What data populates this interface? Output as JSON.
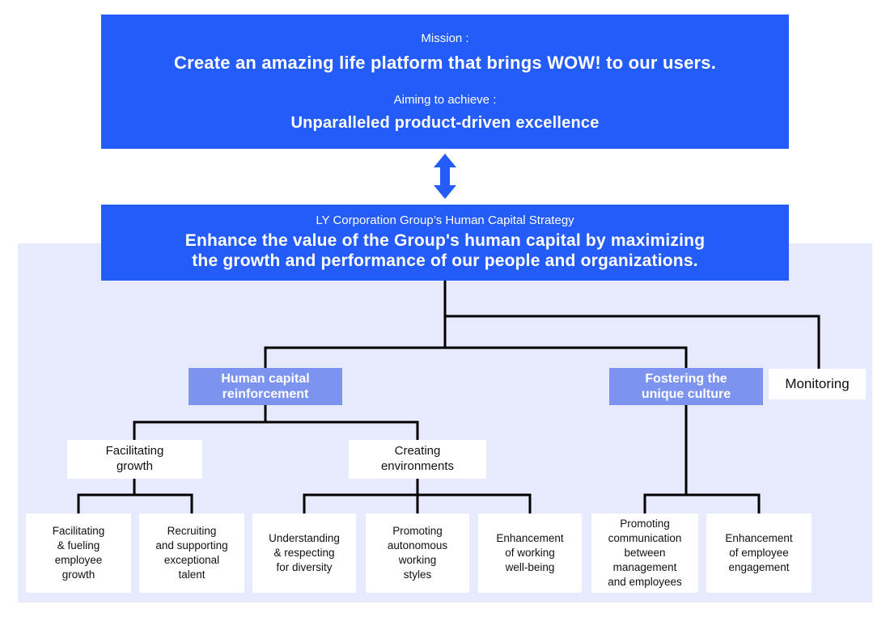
{
  "colors": {
    "primary_blue": "#235CF8",
    "periwinkle": "#7C94F0",
    "lavender_background": "#E6EAFC",
    "connector_line": "#000000"
  },
  "mission_box": {
    "mission_label": "Mission :",
    "mission_statement": "Create an amazing life platform that brings WOW! to our users.",
    "aiming_label": "Aiming to achieve :",
    "aiming_statement": "Unparalleled product-driven excellence"
  },
  "arrow": {
    "icon": "up-down-arrow-icon"
  },
  "strategy_box": {
    "title": "LY Corporation Group’s Human Capital Strategy",
    "statement": "Enhance the value of the Group's human capital by maximizing\nthe growth and performance of our people and organizations."
  },
  "tree": {
    "pillars": [
      {
        "id": "human-capital-reinforcement",
        "label": "Human capital\nreinforcement"
      },
      {
        "id": "fostering-unique-culture",
        "label": "Fostering the\nunique culture"
      },
      {
        "id": "monitoring",
        "label": "Monitoring"
      }
    ],
    "sub_pillars": [
      {
        "id": "facilitating-growth",
        "label": "Facilitating\ngrowth"
      },
      {
        "id": "creating-environments",
        "label": "Creating\nenvironments"
      }
    ],
    "initiatives": [
      "Facilitating\n& fueling\nemployee\ngrowth",
      "Recruiting\nand supporting\nexceptional\ntalent",
      "Understanding\n& respecting\nfor diversity",
      "Promoting\nautonomous\nworking\nstyles",
      "Enhancement\nof working\nwell-being",
      "Promoting\ncommunication\nbetween\nmanagement\nand employees",
      "Enhancement\nof employee\nengagement"
    ]
  }
}
